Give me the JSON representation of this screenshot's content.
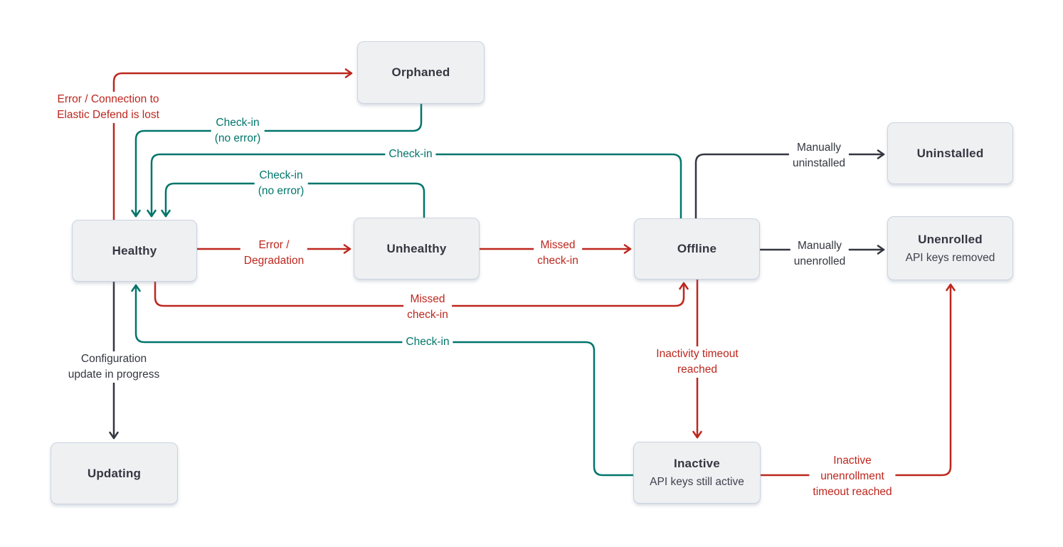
{
  "colors": {
    "error": "#bd271e",
    "success": "#00756b",
    "neutral": "#343741",
    "node_fill": "#eff0f2",
    "node_border": "#cbd3e0",
    "node_text": "#343741"
  },
  "nodes": [
    {
      "id": "orphaned",
      "label": "Orphaned"
    },
    {
      "id": "uninstalled",
      "label": "Uninstalled"
    },
    {
      "id": "healthy",
      "label": "Healthy"
    },
    {
      "id": "unhealthy",
      "label": "Unhealthy"
    },
    {
      "id": "offline",
      "label": "Offline"
    },
    {
      "id": "unenrolled",
      "label": "Unenrolled",
      "sublabel": "API keys removed"
    },
    {
      "id": "updating",
      "label": "Updating"
    },
    {
      "id": "inactive",
      "label": "Inactive",
      "sublabel": "API keys still active"
    }
  ],
  "edges": [
    {
      "from": "healthy",
      "to": "orphaned",
      "color": "error",
      "label": "Error / Connection to\nElastic Defend is lost"
    },
    {
      "from": "orphaned",
      "to": "healthy",
      "color": "success",
      "label": "Check-in\n(no error)"
    },
    {
      "from": "offline",
      "to": "healthy",
      "color": "success",
      "label": "Check-in"
    },
    {
      "from": "unhealthy",
      "to": "healthy",
      "color": "success",
      "label": "Check-in\n(no error)"
    },
    {
      "from": "healthy",
      "to": "unhealthy",
      "color": "error",
      "label": "Error /\nDegradation"
    },
    {
      "from": "unhealthy",
      "to": "offline",
      "color": "error",
      "label": "Missed\ncheck-in"
    },
    {
      "from": "offline",
      "to": "uninstalled",
      "color": "neutral",
      "label": "Manually\nuninstalled"
    },
    {
      "from": "offline",
      "to": "unenrolled",
      "color": "neutral",
      "label": "Manually\nunenrolled"
    },
    {
      "from": "healthy",
      "to": "offline",
      "color": "error",
      "label": "Missed\ncheck-in"
    },
    {
      "from": "inactive",
      "to": "healthy",
      "color": "success",
      "label": "Check-in"
    },
    {
      "from": "healthy",
      "to": "updating",
      "color": "neutral",
      "label": "Configuration\nupdate in progress"
    },
    {
      "from": "offline",
      "to": "inactive",
      "color": "error",
      "label": "Inactivity timeout\nreached"
    },
    {
      "from": "inactive",
      "to": "unenrolled",
      "color": "error",
      "label": "Inactive\nunenrollment\ntimeout reached"
    }
  ]
}
